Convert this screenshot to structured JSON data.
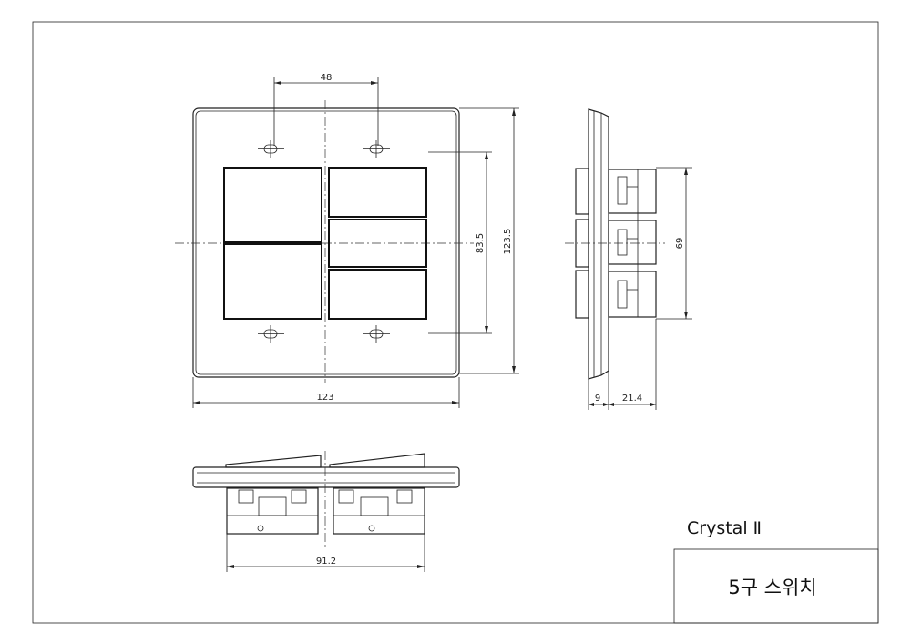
{
  "title_block": {
    "brand": "Crystal Ⅱ",
    "product": "5구 스위치"
  },
  "dimensions": {
    "mount_pitch": "48",
    "switch_height": "83.5",
    "plate_height": "123.5",
    "plate_width": "123",
    "side_module_height": "69",
    "side_plate_thickness": "9",
    "side_depth": "21.4",
    "bottom_body_width": "91.2"
  }
}
